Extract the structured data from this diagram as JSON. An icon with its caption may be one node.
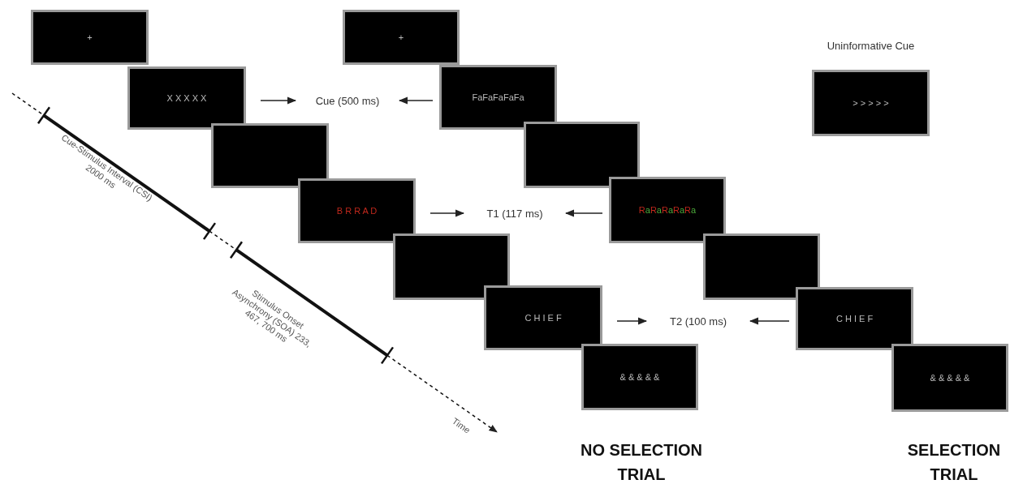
{
  "diagram": {
    "nodes": [
      {
        "text": [
          "+"
        ]
      },
      {
        "text": [
          "X X X X X"
        ]
      },
      {
        "text": [],
        "shape": "box"
      },
      {
        "text": [
          "B R R A D"
        ]
      },
      {
        "text": [],
        "shape": "box"
      },
      {
        "text": [
          "C H I E F"
        ]
      },
      {
        "text": [
          "& & & & &"
        ]
      },
      {
        "text": [
          "Cue (500 ms)"
        ]
      },
      {
        "text": [
          "T1 (117 ms)"
        ]
      },
      {
        "text": [
          "T2 (100 ms)"
        ]
      },
      {
        "text": [
          "+"
        ]
      },
      {
        "text": [
          "FaFaFaFaFa"
        ]
      },
      {
        "text": [],
        "shape": "box"
      },
      {
        "text": [
          "RaRaRaRaRa"
        ]
      },
      {
        "text": [],
        "shape": "box"
      },
      {
        "text": [
          "C H I E F"
        ]
      },
      {
        "text": [
          "& & & & &"
        ]
      },
      {
        "text": [
          "> > > > >"
        ],
        "beside": [
          "Uninformative Cue"
        ]
      }
    ],
    "edges": [
      {
        "from": 1,
        "to": 7,
        "arrow": "to"
      },
      {
        "from": 11,
        "to": 7,
        "arrow": "to"
      },
      {
        "from": 3,
        "to": 8,
        "arrow": "to"
      },
      {
        "from": 13,
        "to": 8,
        "arrow": "to"
      },
      {
        "from": 5,
        "to": 9,
        "arrow": "to"
      },
      {
        "from": 15,
        "to": 9,
        "arrow": "to"
      }
    ],
    "labels": [
      "Cue-Stimulus Interval (CSI) 2000 ms",
      "Stimulus Onset Asynchrony (SOA) 233, 467, 700 ms",
      "Time",
      "NO SELECTION TRIAL",
      "SELECTION TRIAL"
    ]
  }
}
